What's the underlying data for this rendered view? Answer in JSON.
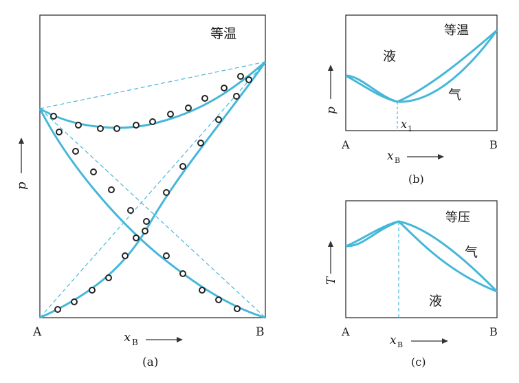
{
  "colors": {
    "curve": "#45b7d8",
    "axis": "#333333",
    "text": "#1a1a1a",
    "background": "#ffffff"
  },
  "panel_a": {
    "condition": "等温",
    "y_axis": "p",
    "x_axis": "x",
    "x_axis_sub": "B",
    "left_end": "A",
    "right_end": "B",
    "caption": "(a)"
  },
  "panel_b": {
    "condition": "等温",
    "liquid_label": "液",
    "vapor_label": "气",
    "y_axis": "p",
    "x_axis": "x",
    "x_axis_sub": "B",
    "left_end": "A",
    "right_end": "B",
    "point_label": "x",
    "point_label_sub": "1",
    "caption": "(b)"
  },
  "panel_c": {
    "condition": "等压",
    "vapor_label": "气",
    "liquid_label": "液",
    "y_axis": "T",
    "x_axis": "x",
    "x_axis_sub": "B",
    "left_end": "A",
    "right_end": "B",
    "caption": "(c)"
  }
}
